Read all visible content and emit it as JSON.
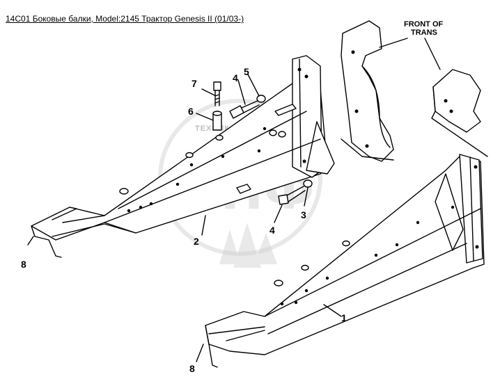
{
  "title": "14C01 Боковые балки, Model:2145 Трактор Genesis II (01/03-)",
  "front_label_line1": "FRONT OF",
  "front_label_line2": "TRANS",
  "watermark_text": "ТЕХНИКА И ЗАПЧАСТИ",
  "watermark_logo": "ЭПФ",
  "callouts": {
    "c1": "1",
    "c2": "2",
    "c3": "3",
    "c4_upper": "4",
    "c4_lower": "4",
    "c5": "5",
    "c6": "6",
    "c7": "7",
    "c8_left": "8",
    "c8_bottom": "8"
  }
}
